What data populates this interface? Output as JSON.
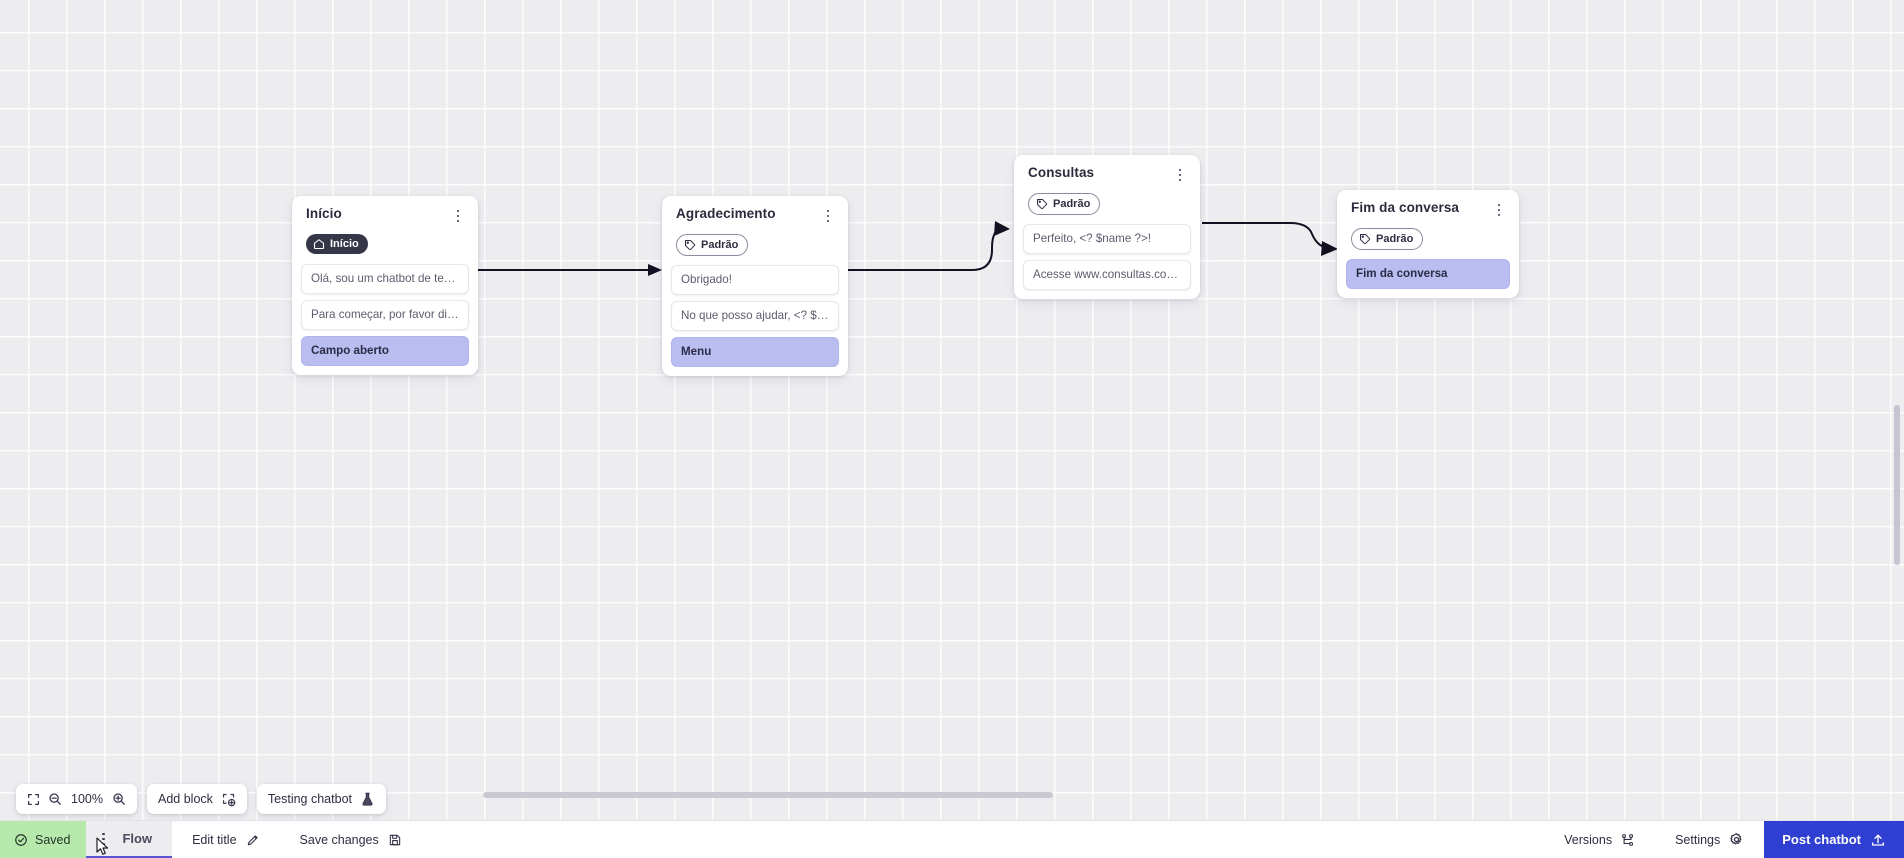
{
  "app": {
    "canvas_background": "#ededf0",
    "accent_color": "#2f3fd2",
    "action_block_color": "#b9bdf0",
    "saved_badge_color": "#b7e9ad"
  },
  "nodes": [
    {
      "id": "inicio",
      "title": "Início",
      "badge": {
        "label": "Início",
        "icon": "home-icon",
        "style": "dark"
      },
      "messages": [
        {
          "text": "Olá, sou um chatbot de teste!",
          "type": "message"
        },
        {
          "text": "Para começar, por favor digite o ...",
          "type": "message"
        },
        {
          "text": "Campo aberto",
          "type": "action"
        }
      ]
    },
    {
      "id": "agradecimento",
      "title": "Agradecimento",
      "badge": {
        "label": "Padrão",
        "icon": "tag-icon",
        "style": "outline"
      },
      "messages": [
        {
          "text": "Obrigado!",
          "type": "message"
        },
        {
          "text": "No que posso ajudar, <? $name ...",
          "type": "message"
        },
        {
          "text": "Menu",
          "type": "action"
        }
      ]
    },
    {
      "id": "consultas",
      "title": "Consultas",
      "badge": {
        "label": "Padrão",
        "icon": "tag-icon",
        "style": "outline"
      },
      "messages": [
        {
          "text": "Perfeito, <? $name ?>!",
          "type": "message"
        },
        {
          "text": "Acesse www.consultas.com par...",
          "type": "message"
        }
      ]
    },
    {
      "id": "fim-da-conversa",
      "title": "Fim da conversa",
      "badge": {
        "label": "Padrão",
        "icon": "tag-icon",
        "style": "outline"
      },
      "messages": [
        {
          "text": "Fim da conversa",
          "type": "action"
        }
      ]
    }
  ],
  "toolbar": {
    "zoom_level": "100%",
    "fit_icon": "fit-screen-icon",
    "zoom_out_icon": "zoom-out-icon",
    "zoom_in_icon": "zoom-in-icon",
    "add_block_label": "Add block",
    "add_block_icon": "add-block-icon",
    "testing_chatbot_label": "Testing chatbot",
    "testing_chatbot_icon": "flask-icon"
  },
  "statusbar": {
    "saved_label": "Saved",
    "saved_icon": "check-circle-icon",
    "flow_tab_label": "Flow",
    "flow_tab_kebab_icon": "kebab-icon",
    "edit_title_label": "Edit title",
    "edit_title_icon": "pencil-icon",
    "save_changes_label": "Save changes",
    "save_changes_icon": "floppy-disk-icon",
    "versions_label": "Versions",
    "versions_icon": "branch-icon",
    "settings_label": "Settings",
    "settings_icon": "gear-icon",
    "post_chatbot_label": "Post chatbot",
    "post_chatbot_icon": "upload-icon"
  }
}
